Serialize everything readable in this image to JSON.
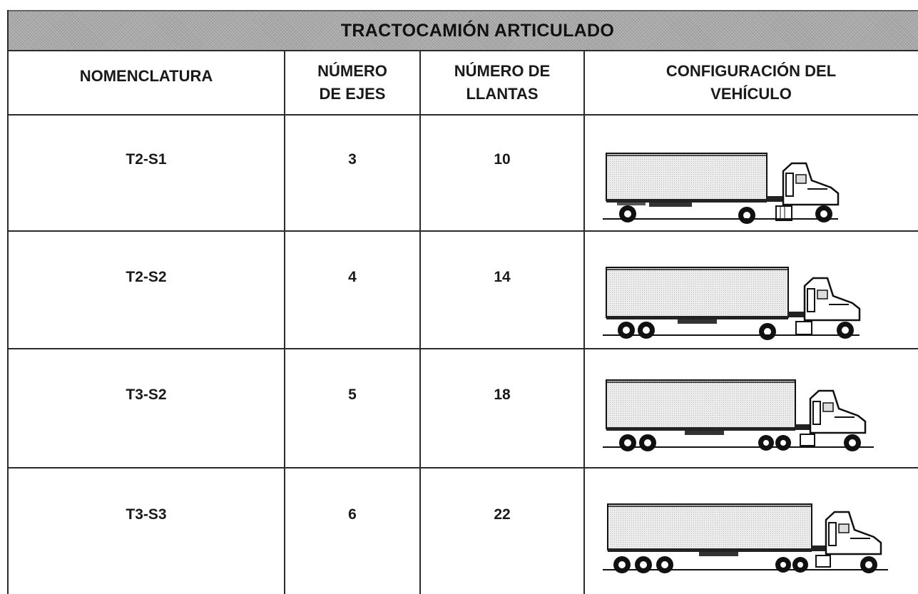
{
  "table": {
    "title": "TRACTOCAMIÓN ARTICULADO",
    "headers": {
      "nomenclatura": "NOMENCLATURA",
      "ejes_line1": "NÚMERO",
      "ejes_line2": "DE EJES",
      "llantas_line1": "NÚMERO DE",
      "llantas_line2": "LLANTAS",
      "config_line1": "CONFIGURACIÓN DEL",
      "config_line2": "VEHÍCULO"
    },
    "rows": [
      {
        "nomenclatura": "T2-S1",
        "ejes": "3",
        "llantas": "10",
        "icon": "truck-t2-s1-icon"
      },
      {
        "nomenclatura": "T2-S2",
        "ejes": "4",
        "llantas": "14",
        "icon": "truck-t2-s2-icon"
      },
      {
        "nomenclatura": "T3-S2",
        "ejes": "5",
        "llantas": "18",
        "icon": "truck-t3-s2-icon"
      },
      {
        "nomenclatura": "T3-S3",
        "ejes": "6",
        "llantas": "22",
        "icon": "truck-t3-s3-icon"
      }
    ]
  },
  "colors": {
    "title_bar": "#a8a8a8",
    "grid": "#2b2b2b",
    "trailer_fill": "#e6e6e6"
  }
}
